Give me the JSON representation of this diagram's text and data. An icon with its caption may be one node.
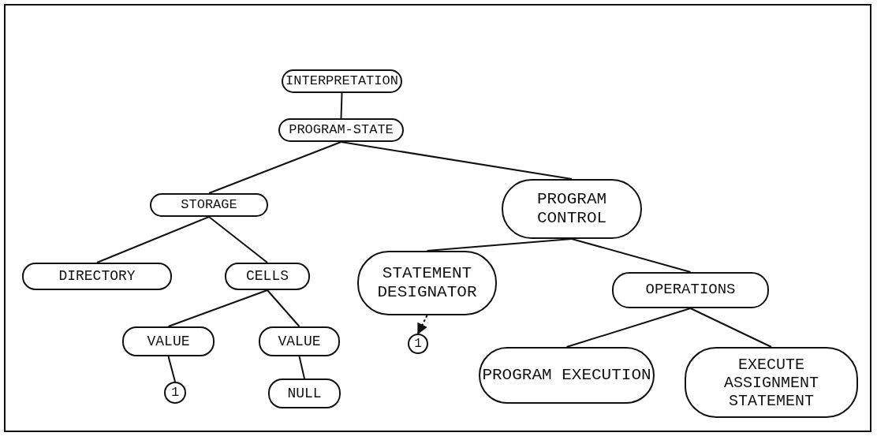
{
  "diagram": {
    "nodes": [
      {
        "text": [
          "INTERPRETATION"
        ]
      },
      {
        "text": [
          "PROGRAM-STATE"
        ]
      },
      {
        "text": [
          "STORAGE"
        ]
      },
      {
        "text": [
          "PROGRAM CONTROL"
        ]
      },
      {
        "text": [
          "DIRECTORY"
        ]
      },
      {
        "text": [
          "CELLS"
        ]
      },
      {
        "text": [
          "STATEMENT DESIGNATOR"
        ]
      },
      {
        "text": [
          "OPERATIONS"
        ]
      },
      {
        "text": [
          "VALUE"
        ]
      },
      {
        "text": [
          "VALUE"
        ]
      },
      {
        "text": [
          "1"
        ]
      },
      {
        "text": [
          "NULL"
        ]
      },
      {
        "text": [
          "1"
        ]
      },
      {
        "text": [
          "PROGRAM EXECUTION"
        ]
      },
      {
        "text": [
          "EXECUTE ASSIGNMENT STATEMENT"
        ]
      }
    ],
    "edges": [
      {
        "from": 0,
        "to": 1,
        "arrow": "none"
      },
      {
        "from": 1,
        "to": 2,
        "arrow": "none"
      },
      {
        "from": 1,
        "to": 3,
        "arrow": "none"
      },
      {
        "from": 2,
        "to": 4,
        "arrow": "none"
      },
      {
        "from": 2,
        "to": 5,
        "arrow": "none"
      },
      {
        "from": 3,
        "to": 6,
        "arrow": "none"
      },
      {
        "from": 3,
        "to": 7,
        "arrow": "none"
      },
      {
        "from": 5,
        "to": 8,
        "arrow": "none"
      },
      {
        "from": 5,
        "to": 9,
        "arrow": "none"
      },
      {
        "from": 8,
        "to": 10,
        "arrow": "none"
      },
      {
        "from": 9,
        "to": 11,
        "arrow": "none"
      },
      {
        "from": 6,
        "to": 12,
        "arrow": "to",
        "style": "dashed"
      },
      {
        "from": 7,
        "to": 13,
        "arrow": "none"
      },
      {
        "from": 7,
        "to": 14,
        "arrow": "none"
      }
    ]
  }
}
